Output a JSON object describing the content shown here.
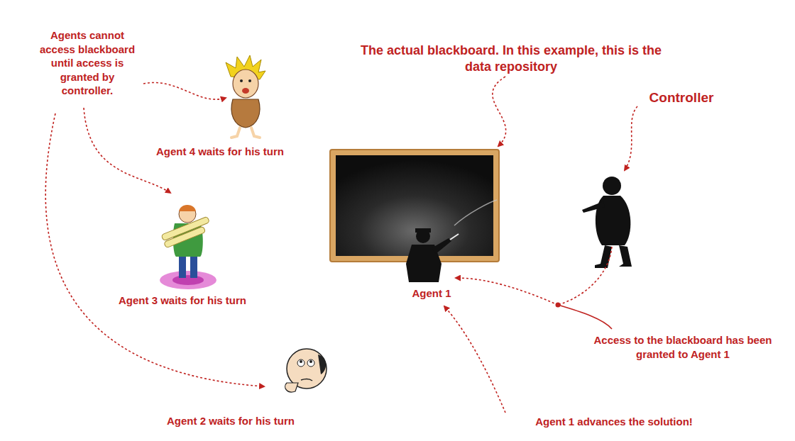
{
  "diagram": {
    "labels": [
      "Agents cannot access blackboard until access is granted by controller.",
      "Agent 4 waits for his turn",
      "The actual blackboard. In this example, this is the data repository",
      "Controller",
      "Agent 3 waits for his turn",
      "Agent 1",
      "Access to the blackboard has been granted to Agent 1",
      "Agent 2 waits for his turn",
      "Agent 1 advances the solution!"
    ]
  }
}
